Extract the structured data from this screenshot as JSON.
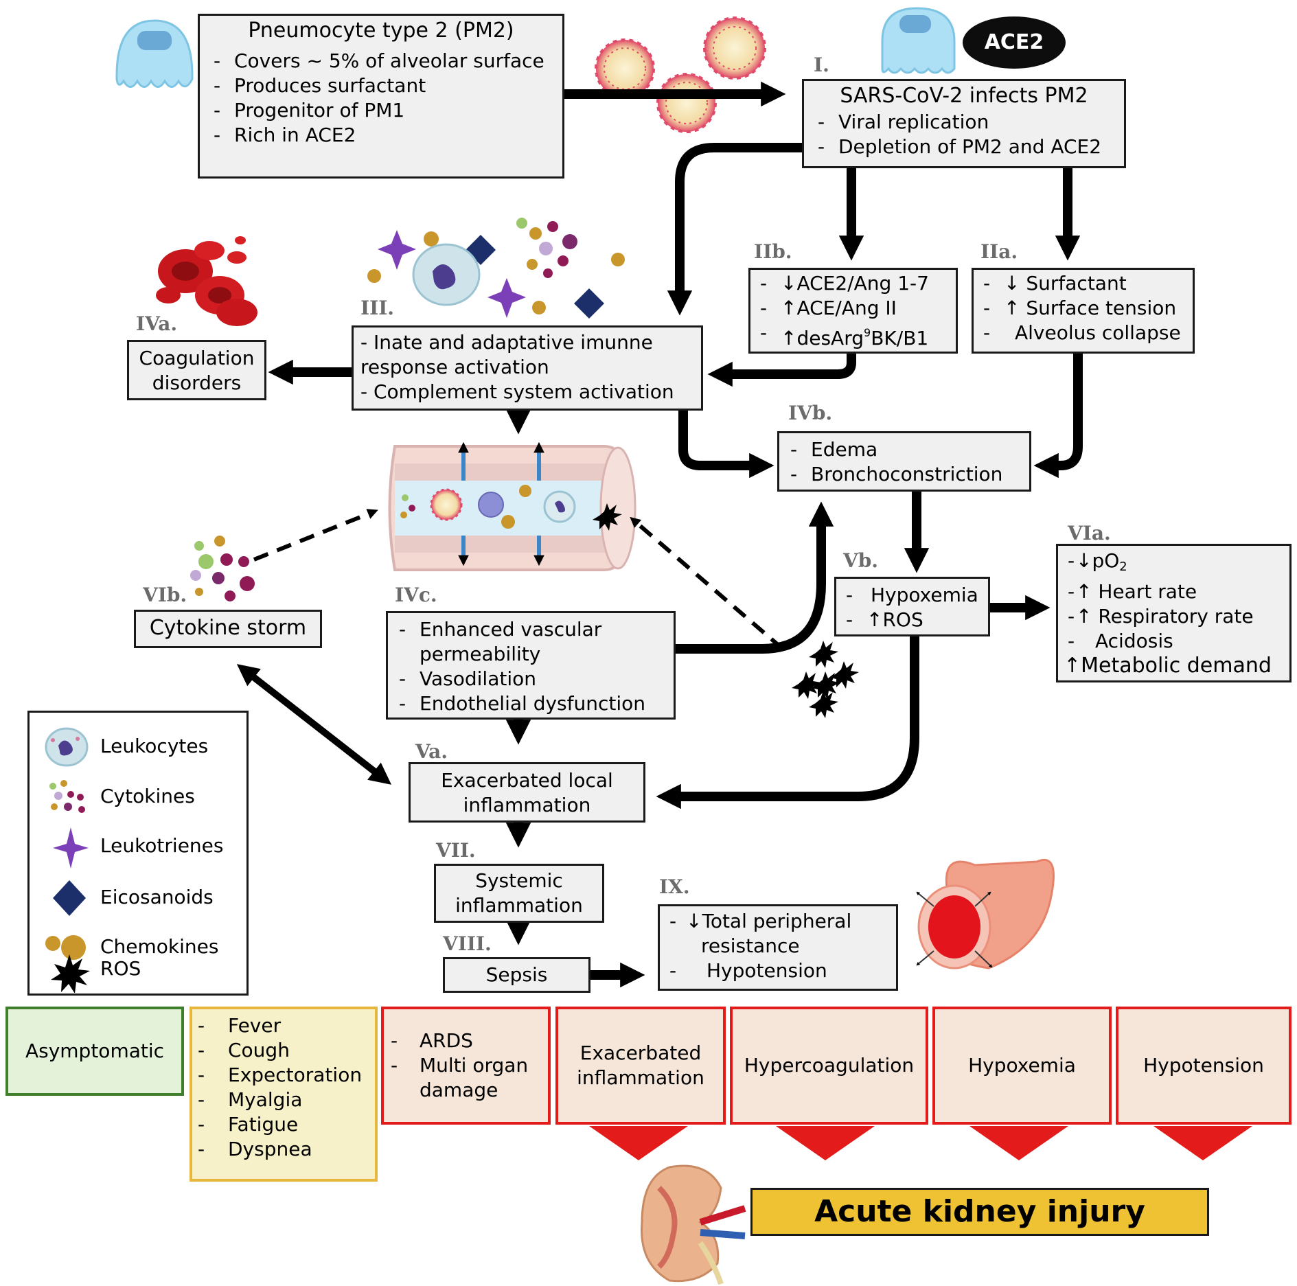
{
  "pm2": {
    "title": "Pneumocyte type 2 (PM2)",
    "items": [
      "Covers ~ 5% of alveolar surface",
      "Produces surfactant",
      "Progenitor of PM1",
      "Rich in ACE2"
    ]
  },
  "ace2_badge": "ACE2",
  "step_i": {
    "tag": "I.",
    "title": "SARS-CoV-2 infects PM2",
    "items": [
      "Viral replication",
      "Depletion of PM2 and ACE2"
    ]
  },
  "step_iib": {
    "tag": "IIb.",
    "items": [
      "ACE2/Ang 1-7",
      "ACE/Ang II",
      "desArg",
      "9",
      "BK/B1"
    ]
  },
  "step_iia": {
    "tag": "IIa.",
    "items": [
      "Surfactant",
      "Surface tension",
      "Alveolus collapse"
    ]
  },
  "step_iii": {
    "tag": "III.",
    "items": [
      "- Inate and adaptative imunne",
      "response activation",
      "- Complement system activation"
    ]
  },
  "step_iva": {
    "tag": "IVa.",
    "lines": [
      "Coagulation",
      "disorders"
    ]
  },
  "step_ivb": {
    "tag": "IVb.",
    "items": [
      "Edema",
      "Bronchoconstriction"
    ]
  },
  "step_vb": {
    "tag": "Vb.",
    "items": [
      "Hypoxemia",
      "ROS"
    ]
  },
  "step_via": {
    "tag": "VIa.",
    "items": [
      "pO",
      "2",
      "Heart rate",
      "Respiratory rate",
      "Acidosis",
      "Metabolic demand"
    ]
  },
  "step_vib": {
    "tag": "VIb.",
    "label": "Cytokine storm"
  },
  "step_ivc": {
    "tag": "IVc.",
    "items": [
      "Enhanced vascular",
      "permeability",
      "Vasodilation",
      "Endothelial dysfunction"
    ]
  },
  "step_va": {
    "tag": "Va.",
    "lines": [
      "Exacerbated local",
      "inflammation"
    ]
  },
  "step_vii": {
    "tag": "VII.",
    "lines": [
      "Systemic",
      "inflammation"
    ]
  },
  "step_viii": {
    "tag": "VIII.",
    "label": "Sepsis"
  },
  "step_ix": {
    "tag": "IX.",
    "items": [
      "Total peripheral",
      "resistance",
      "Hypotension"
    ]
  },
  "legend": {
    "items": [
      "Leukocytes",
      "Cytokines",
      "Leukotrienes",
      "Eicosanoids",
      "Chemokines",
      "ROS"
    ]
  },
  "symptoms": {
    "asymptomatic": "Asymptomatic",
    "mild": [
      "Fever",
      "Cough",
      "Expectoration",
      "Myalgia",
      "Fatigue",
      "Dyspnea"
    ],
    "ards": [
      "ARDS",
      "Multi organ",
      "damage"
    ],
    "exacerbated": [
      "Exacerbated",
      "inflammation"
    ],
    "hypercoagulation": "Hypercoagulation",
    "hypoxemia": "Hypoxemia",
    "hypotension": "Hypotension"
  },
  "outcome": "Acute kidney injury",
  "colors": {
    "box_fill": "#f0f0f0",
    "green_fill": "#e3f2d9",
    "green_border": "#3e7f2c",
    "yellow_fill": "#f7f1c9",
    "yellow_border": "#e6b73a",
    "red_fill": "#f5e6d9",
    "red_border": "#e31b1b",
    "aki_fill": "#eec232",
    "legend_purple": "#7b3fb8",
    "legend_navy": "#1c2f6b",
    "legend_gold": "#c9962b"
  }
}
